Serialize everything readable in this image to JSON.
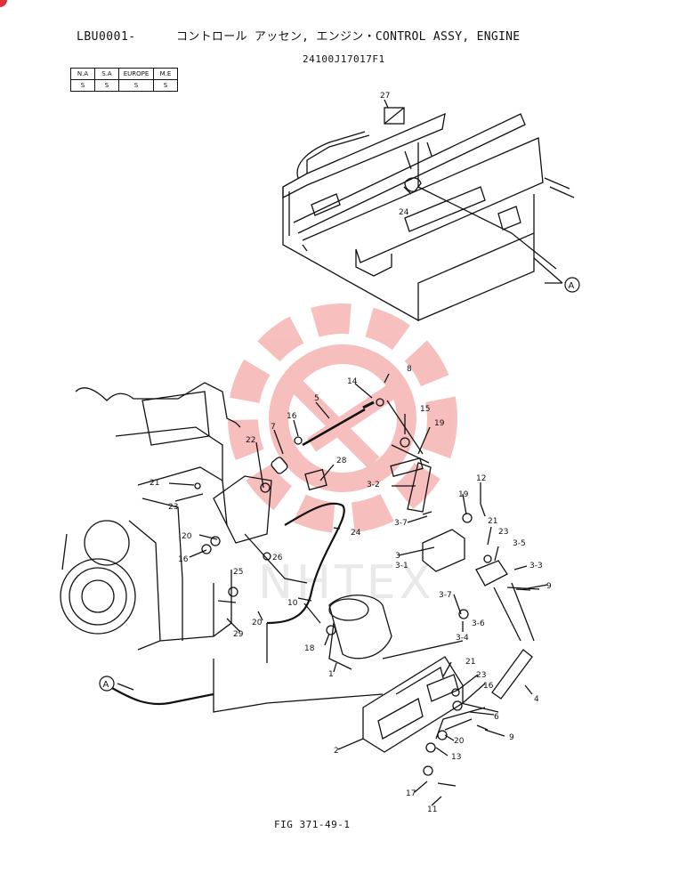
{
  "header": {
    "code": "LBU0001-",
    "title": "コントロール アッセン, エンジン・CONTROL ASSY, ENGINE",
    "part_number": "24100J17017F1"
  },
  "regions": {
    "headers": [
      "N.A",
      "S.A",
      "EUROPE",
      "M.E"
    ],
    "values": [
      "S",
      "S",
      "S",
      "S"
    ]
  },
  "callouts": [
    "27",
    "24",
    "A",
    "8",
    "14",
    "5",
    "16",
    "15",
    "19",
    "7",
    "22",
    "28",
    "21",
    "23",
    "3-2",
    "20",
    "16",
    "24",
    "3-7",
    "12",
    "19",
    "21",
    "23",
    "3-5",
    "3",
    "3-1",
    "3-3",
    "25",
    "26",
    "9",
    "10",
    "3-7",
    "3-6",
    "3-4",
    "29",
    "20",
    "18",
    "1",
    "21",
    "23",
    "16",
    "4",
    "A",
    "6",
    "2",
    "20",
    "13",
    "9",
    "17",
    "11"
  ],
  "watermark": "NHTEX",
  "colors": {
    "watermark": "#f28a8a",
    "ink": "#111111",
    "corner_mark": "#e0303a"
  },
  "figure": "FIG 371-49-1"
}
